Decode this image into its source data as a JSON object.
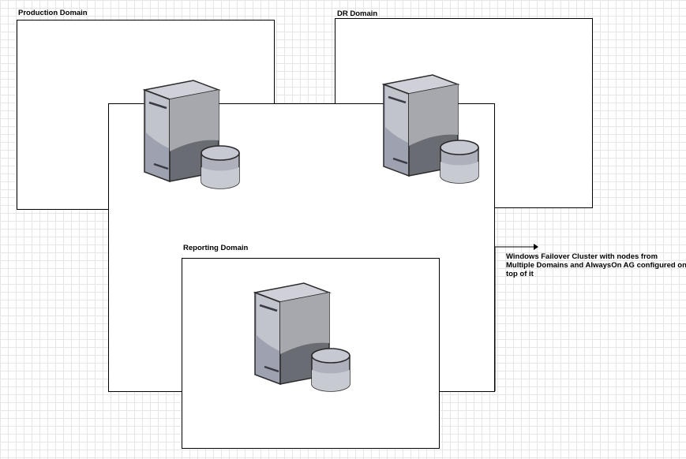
{
  "domains": {
    "production": {
      "label": "Production Domain"
    },
    "dr": {
      "label": "DR Domain"
    },
    "reporting": {
      "label": "Reporting Domain"
    }
  },
  "cluster": {
    "note": "Windows Failover Cluster with nodes from Multiple Domains and AlwaysOn AG configured on top of it"
  },
  "icons": {
    "server": "database-server-icon"
  }
}
